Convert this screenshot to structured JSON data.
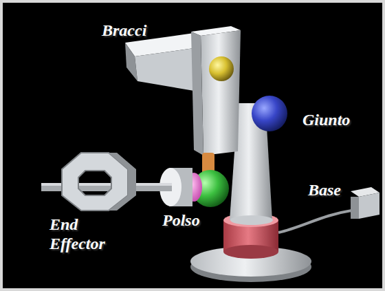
{
  "diagram": {
    "labels": [
      "Bracci",
      "Giunto",
      "End Effector",
      "Polso",
      "Base"
    ]
  }
}
